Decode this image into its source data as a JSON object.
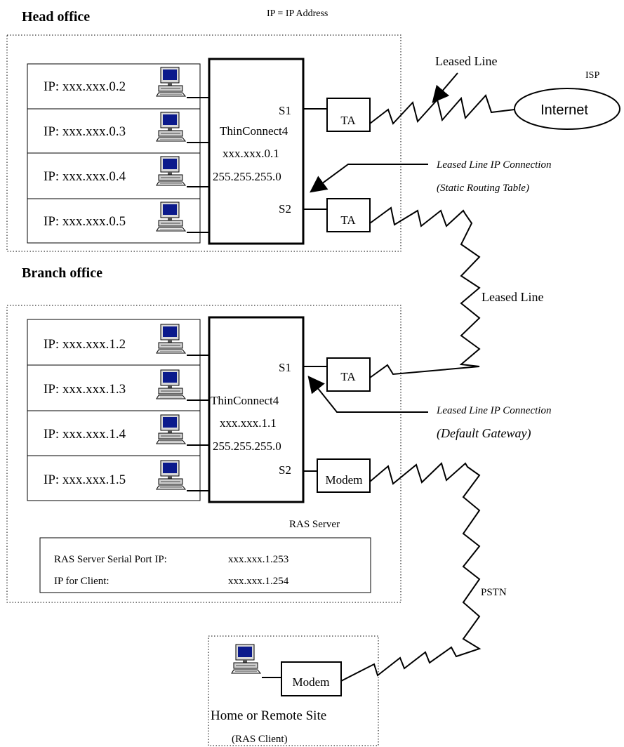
{
  "legend": {
    "text": "IP =  IP Address"
  },
  "head_office": {
    "title": "Head office",
    "hosts": [
      "IP: xxx.xxx.0.2",
      "IP: xxx.xxx.0.3",
      "IP: xxx.xxx.0.4",
      "IP: xxx.xxx.0.5"
    ],
    "router": {
      "name": "ThinConnect4",
      "ip": "xxx.xxx.0.1",
      "mask": "255.255.255.0",
      "port1": "S1",
      "port2": "S2"
    },
    "ta1": "TA",
    "ta2": "TA"
  },
  "branch_office": {
    "title": "Branch office",
    "hosts": [
      "IP: xxx.xxx.1.2",
      "IP: xxx.xxx.1.3",
      "IP: xxx.xxx.1.4",
      "IP: xxx.xxx.1.5"
    ],
    "router": {
      "name": "ThinConnect4",
      "ip": "xxx.xxx.1.1",
      "mask": "255.255.255.0",
      "port1": "S1",
      "port2": "S2"
    },
    "ta": "TA",
    "modem": "Modem",
    "ras_label": "RAS Server",
    "ras_table": [
      {
        "label": "RAS Server Serial Port IP:",
        "value": "xxx.xxx.1.253"
      },
      {
        "label": "IP for Client:",
        "value": "xxx.xxx.1.254"
      }
    ]
  },
  "internet": {
    "isp": "ISP",
    "cloud": "Internet"
  },
  "links": {
    "leased_line_top": "Leased Line",
    "leased_ip_static_1": "Leased Line IP Connection",
    "leased_ip_static_2": "(Static Routing Table)",
    "leased_line_mid": "Leased Line",
    "leased_ip_default_1": "Leased Line IP Connection",
    "leased_ip_default_2": "(Default Gateway)",
    "pstn": "PSTN"
  },
  "remote": {
    "modem": "Modem",
    "title": "Home or Remote Site",
    "subtitle": "(RAS Client)"
  },
  "icons": {
    "host": "desktop-computer-icon"
  }
}
